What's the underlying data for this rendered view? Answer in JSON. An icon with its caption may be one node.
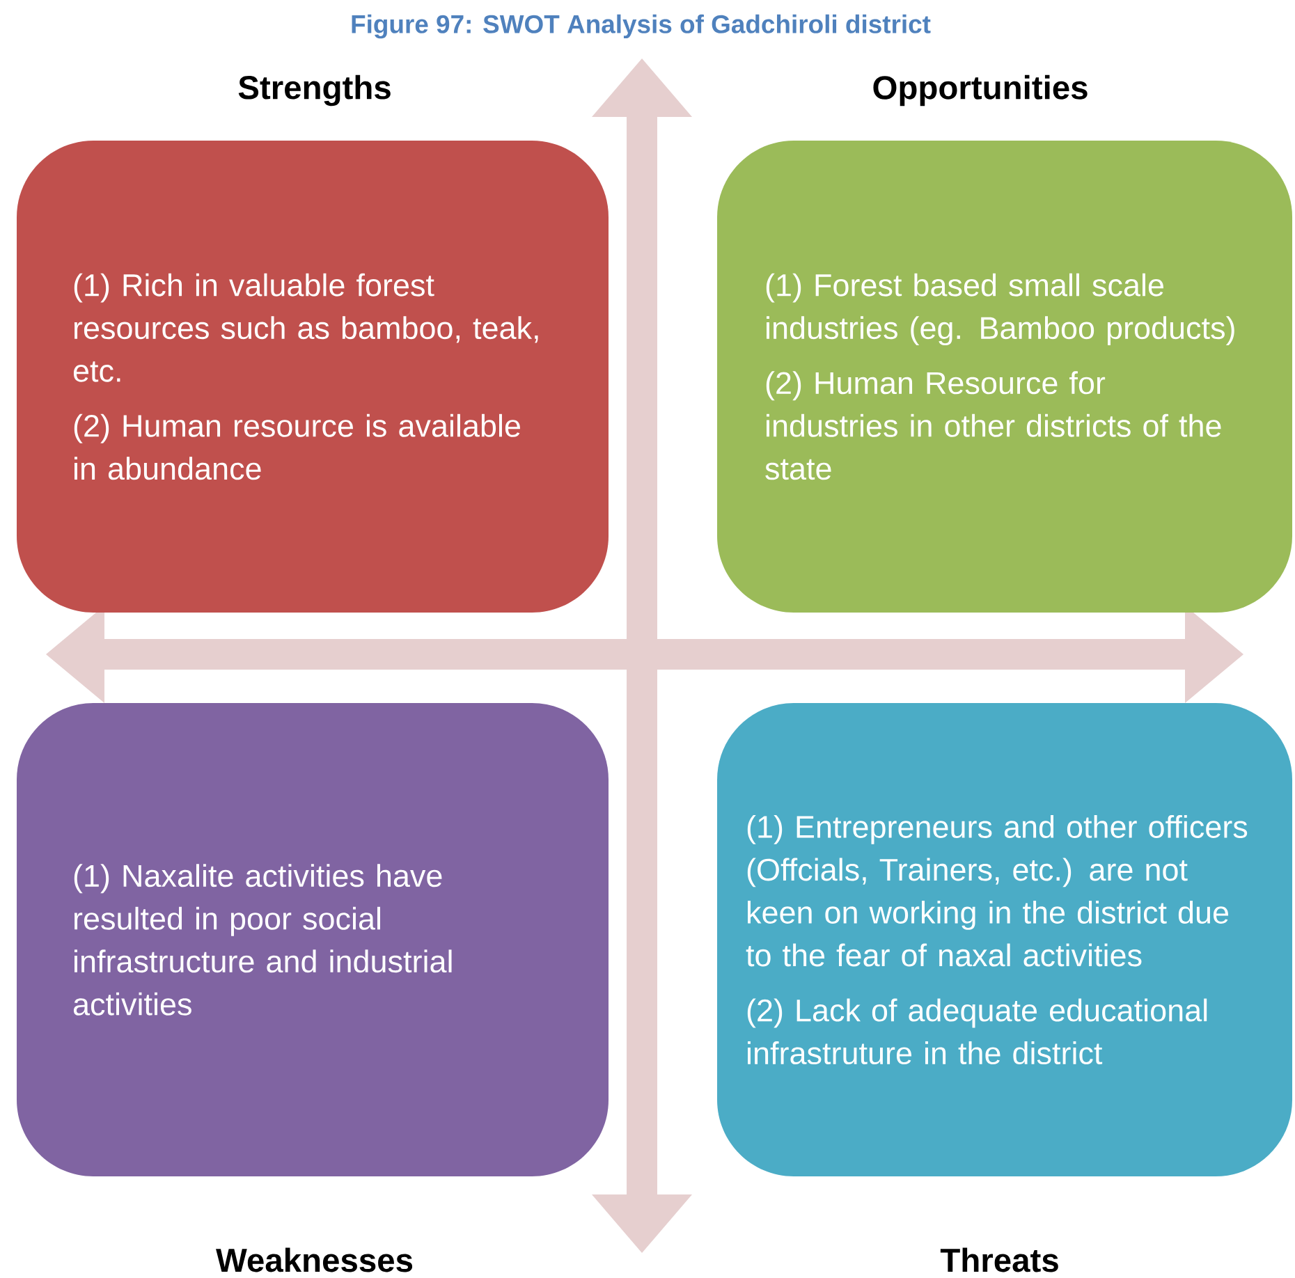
{
  "diagram": {
    "title": "Figure 97: SWOT Analysis of Gadchiroli district",
    "nodes": [
      {
        "text": [
          "Strengths",
          "(1) Rich in valuable forest resources such as bamboo, teak, etc.",
          "(2) Human resource  is available in abundance"
        ]
      },
      {
        "text": [
          "Opportunities",
          "(1) Forest based small scale industries (eg. Bamboo products)",
          "(2) Human Resource for industries in other districts of the state"
        ]
      },
      {
        "text": [
          "(1) Naxalite activities have resulted in poor social infrastructure and industrial activities",
          "Weaknesses"
        ]
      },
      {
        "text": [
          "(1) Entrepreneurs and other officers (Offcials, Trainers, etc.) are not keen on working in the district due to the fear of naxal activities",
          "(2) Lack of adequate educational infrastruture in the district",
          "Threats"
        ]
      }
    ]
  }
}
